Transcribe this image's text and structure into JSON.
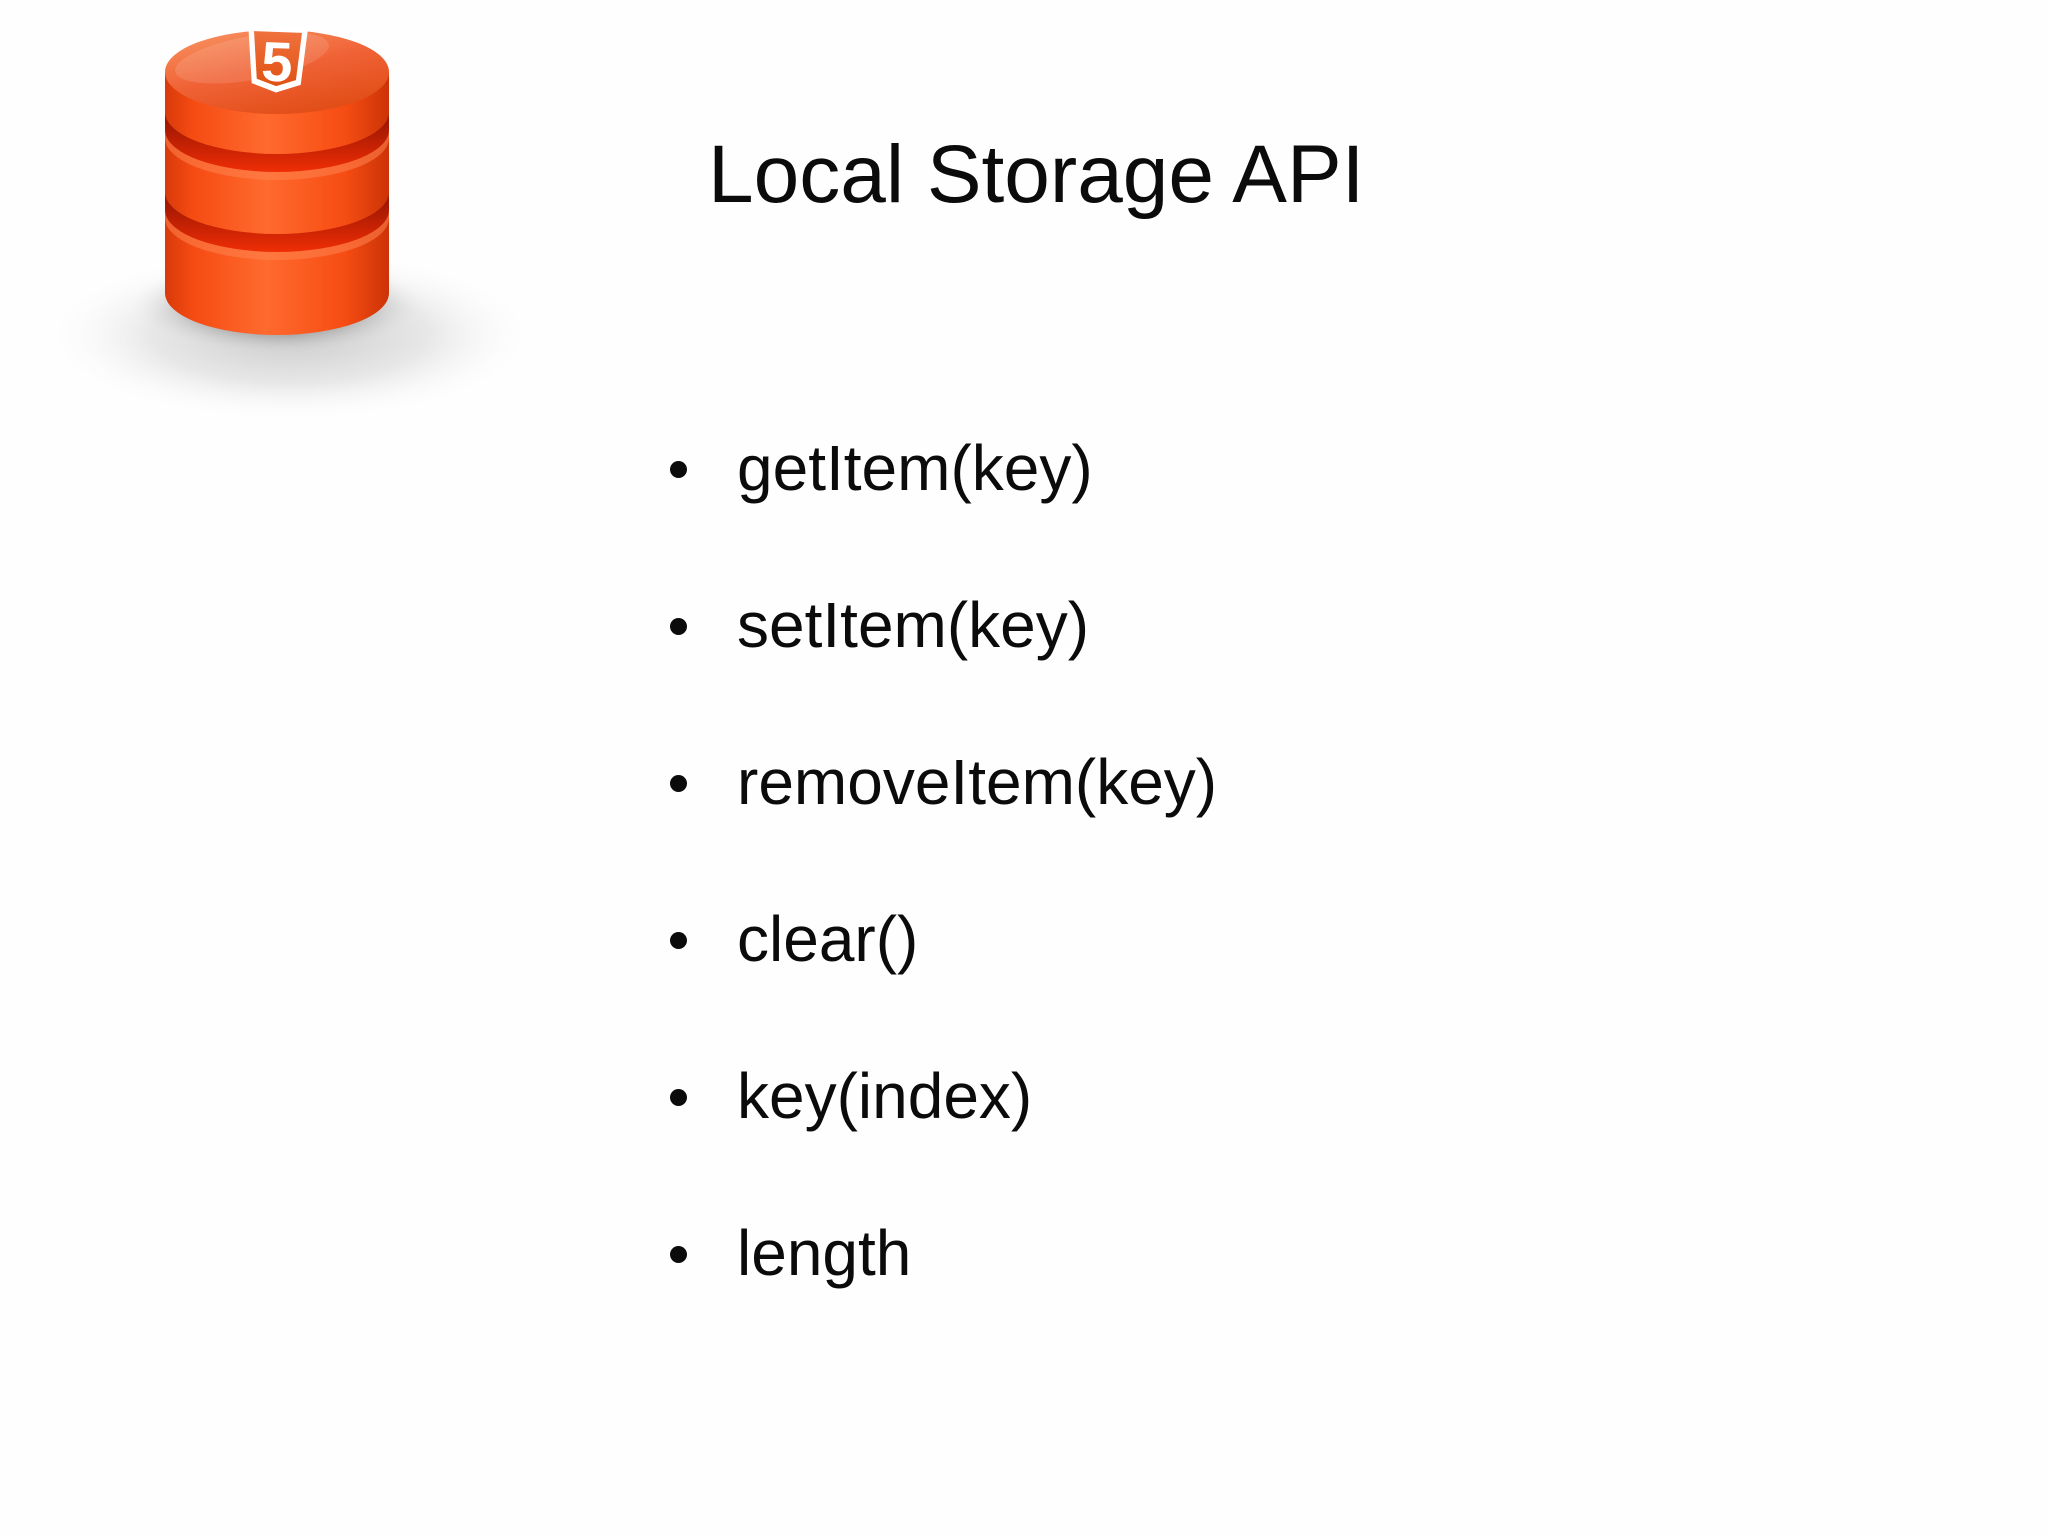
{
  "slide": {
    "title": "Local Storage API",
    "bullets": [
      "getItem(key)",
      "setItem(key)",
      "removeItem(key)",
      "clear()",
      "key(index)",
      "length"
    ],
    "icon": {
      "name": "html5-database-icon",
      "badge_text": "5"
    },
    "colors": {
      "background": "#fefefe",
      "text": "#0b0b0b",
      "icon_orange": "#f4511e",
      "icon_orange_dark": "#c42104",
      "icon_groove_red": "#e22405",
      "shield_white": "#ffffff",
      "shadow_gray": "#8c8c8c"
    }
  }
}
